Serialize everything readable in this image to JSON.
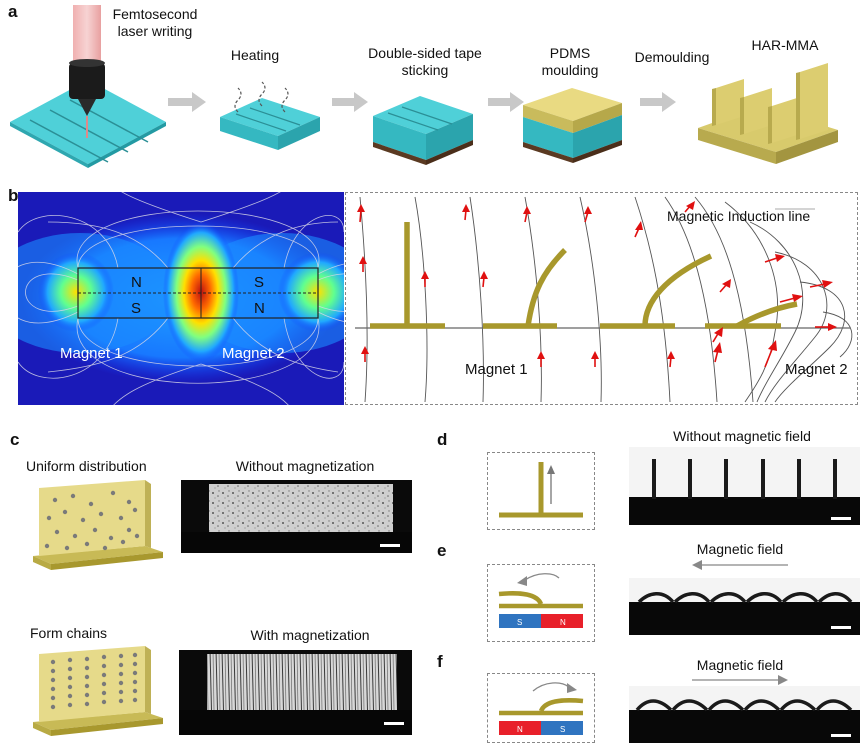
{
  "panel_labels": {
    "a": "a",
    "b": "b",
    "c": "c",
    "d": "d",
    "e": "e",
    "f": "f"
  },
  "panel_a": {
    "steps": [
      {
        "line1": "Femtosecond",
        "line2": "laser writing"
      },
      {
        "line1": "Heating",
        "line2": ""
      },
      {
        "line1": "Double-sided tape",
        "line2": "sticking"
      },
      {
        "line1": "PDMS",
        "line2": "moulding"
      },
      {
        "line1": "Demoulding",
        "line2": ""
      },
      {
        "line1": "HAR-MMA",
        "line2": ""
      }
    ]
  },
  "panel_b": {
    "left": {
      "pole_top_left": "N",
      "pole_bottom_left": "S",
      "pole_top_right": "S",
      "pole_bottom_right": "N",
      "magnet1": "Magnet 1",
      "magnet2": "Magnet 2"
    },
    "right": {
      "legend": "Magnetic Induction line",
      "magnet1": "Magnet 1",
      "magnet2": "Magnet 2"
    }
  },
  "panel_c": {
    "uniform": "Uniform distribution",
    "without": "Without magnetization",
    "chains": "Form chains",
    "with": "With magnetization"
  },
  "panel_d": {
    "title": "Without magnetic field"
  },
  "panel_e": {
    "title": "Magnetic field",
    "pole_left": "S",
    "pole_right": "N"
  },
  "panel_f": {
    "title": "Magnetic field",
    "pole_left": "N",
    "pole_right": "S"
  },
  "colors": {
    "teal": "#4fd0d8",
    "gold": "#b3a134",
    "magnet_red": "#e8202a",
    "magnet_blue": "#2f74c0",
    "arrow_red": "#e01010"
  }
}
